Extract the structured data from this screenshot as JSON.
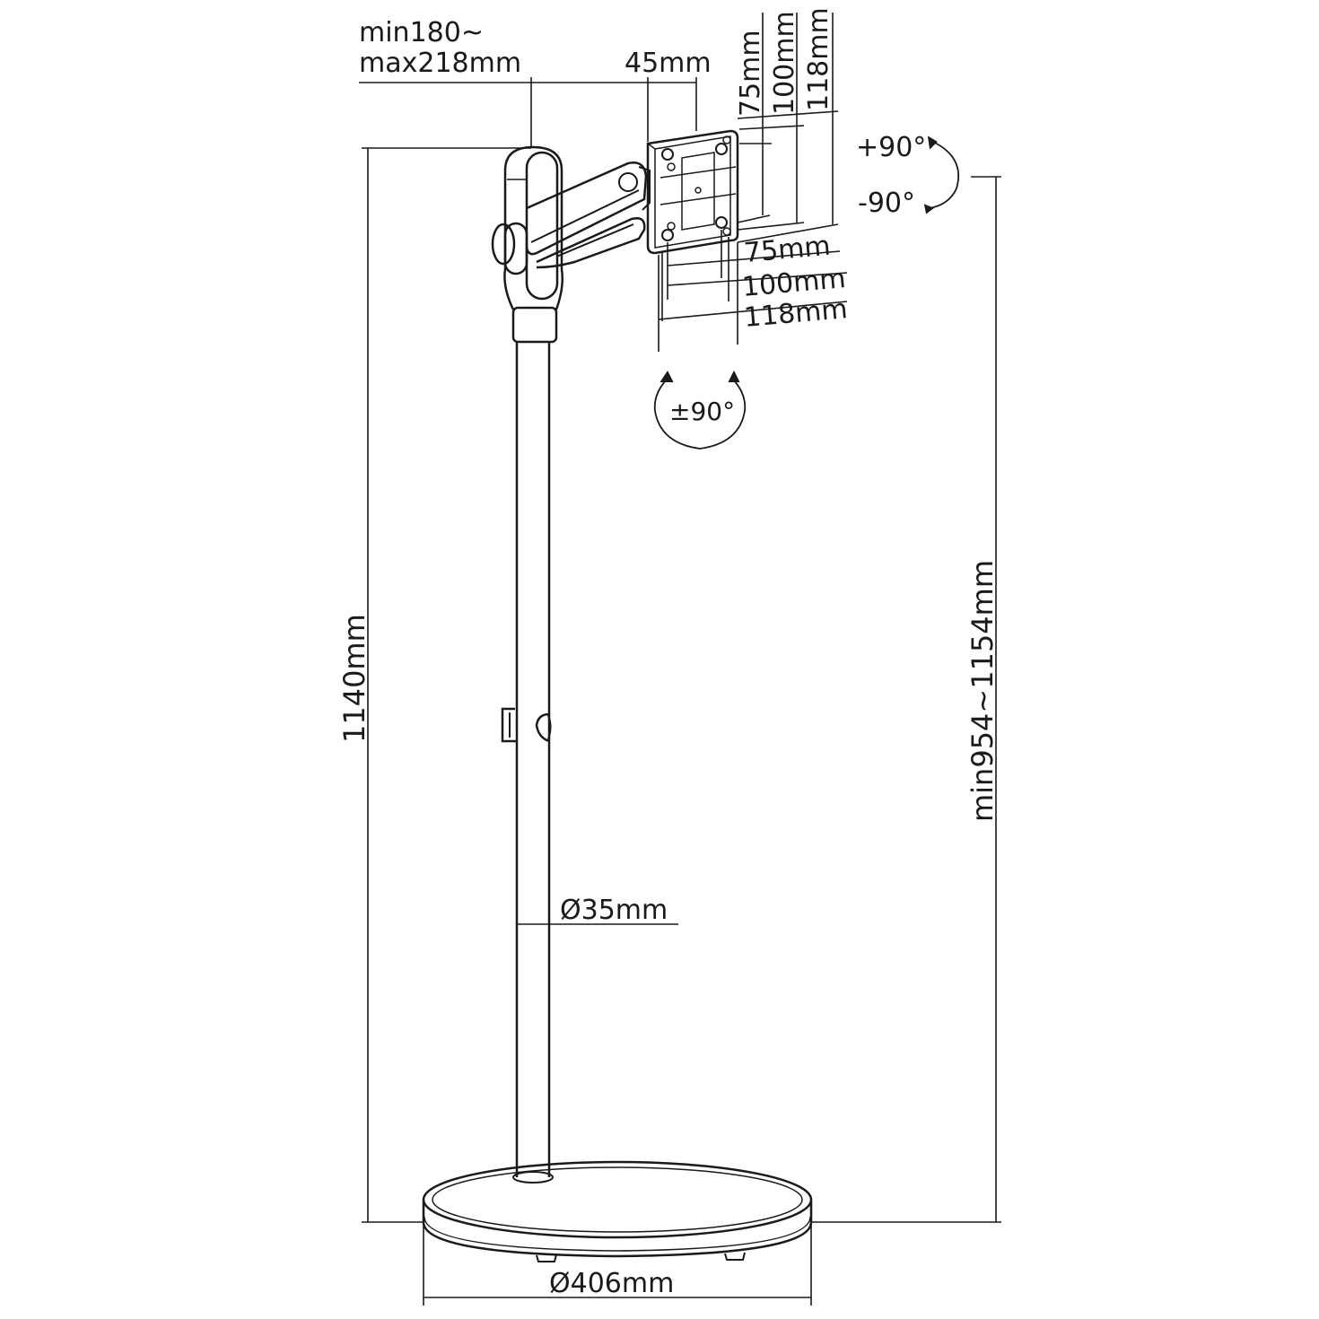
{
  "labels": {
    "arm_extension_min": "min180~",
    "arm_extension_max": "max218mm",
    "plate_depth": "45mm",
    "vesa_v_75": "75mm",
    "vesa_v_100": "100mm",
    "vesa_v_118": "118mm",
    "tilt_up": "+90°",
    "tilt_down": "-90°",
    "vesa_h_75": "75mm",
    "vesa_h_100": "100mm",
    "vesa_h_118": "118mm",
    "swivel": "±90°",
    "total_height": "1140mm",
    "mount_height": "min954~1154mm",
    "pole_diameter": "Ø35mm",
    "base_diameter": "Ø406mm"
  }
}
